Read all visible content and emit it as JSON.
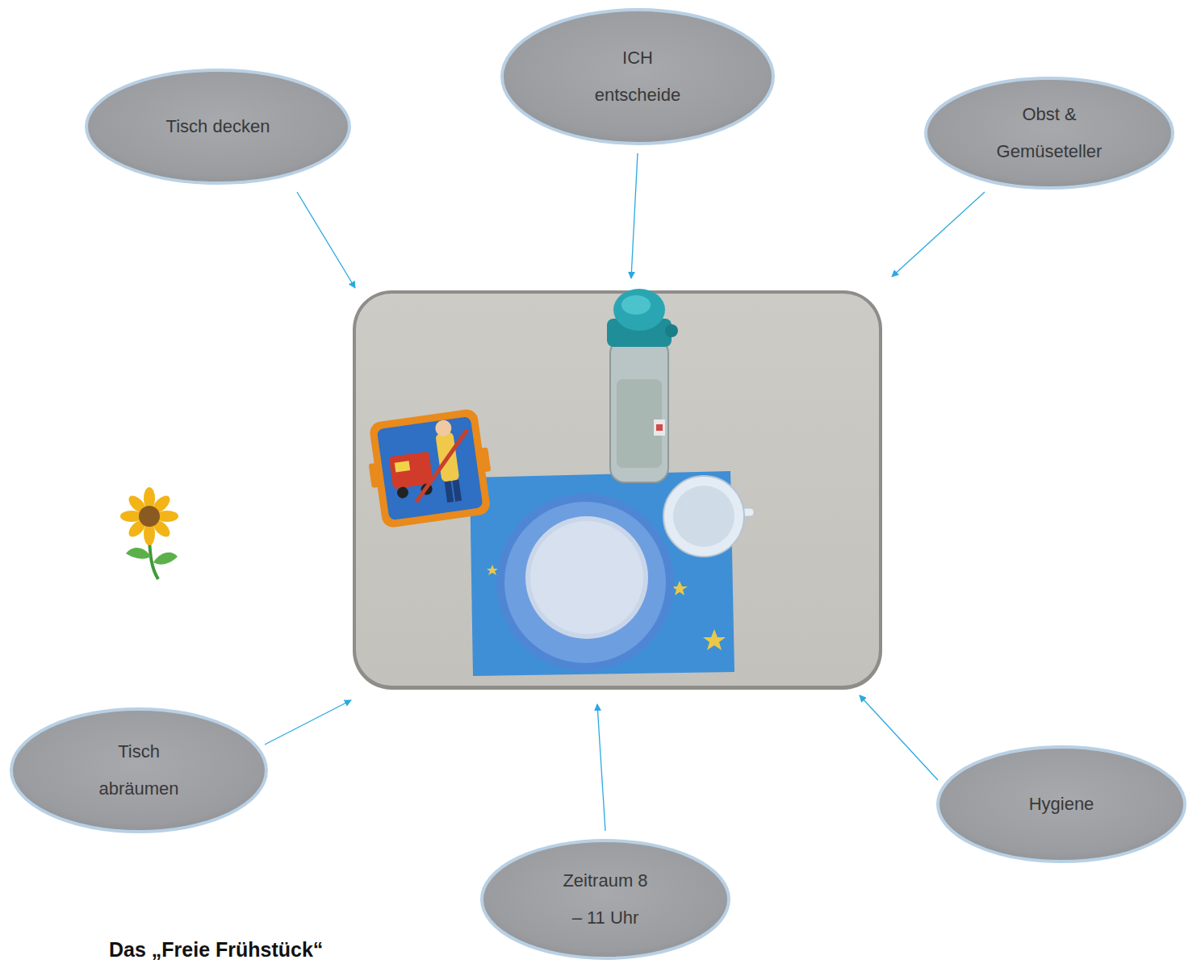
{
  "diagram": {
    "title": "Das „Freie Frühstück“",
    "nodes": [
      {
        "text": [
          "Tisch decken"
        ]
      },
      {
        "text": [
          "ICH entscheide"
        ]
      },
      {
        "text": [
          "Obst & Gemüseteller"
        ]
      },
      {
        "text": [
          "Tisch abräumen"
        ]
      },
      {
        "text": [
          "Hygiene"
        ]
      },
      {
        "text": [
          "Zeitraum 8 – 11 Uhr"
        ]
      }
    ]
  }
}
